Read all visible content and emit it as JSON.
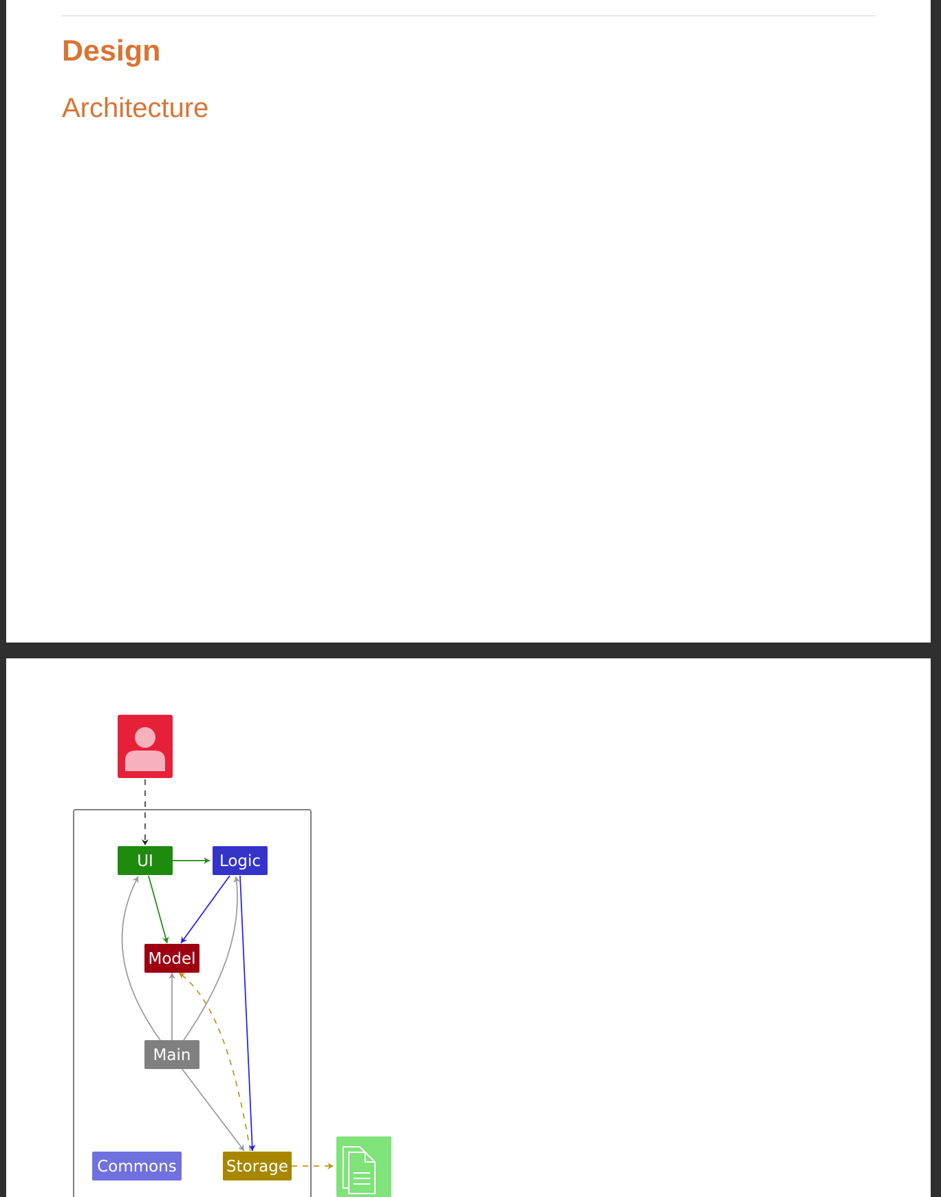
{
  "document": {
    "section_heading": "Design",
    "subsection_heading": "Architecture"
  },
  "diagram": {
    "nodes": {
      "ui": "UI",
      "logic": "Logic",
      "model": "Model",
      "main": "Main",
      "commons": "Commons",
      "storage": "Storage"
    },
    "icons": {
      "user": "user-icon",
      "file": "file-icon"
    },
    "colors": {
      "user": "#e7203a",
      "ui": "#1e8a0e",
      "logic": "#3434c9",
      "model": "#9e0012",
      "main": "#808080",
      "commons": "#7070de",
      "storage": "#a88700",
      "file": "#7fe37a",
      "orange_heading": "#d97433"
    }
  }
}
